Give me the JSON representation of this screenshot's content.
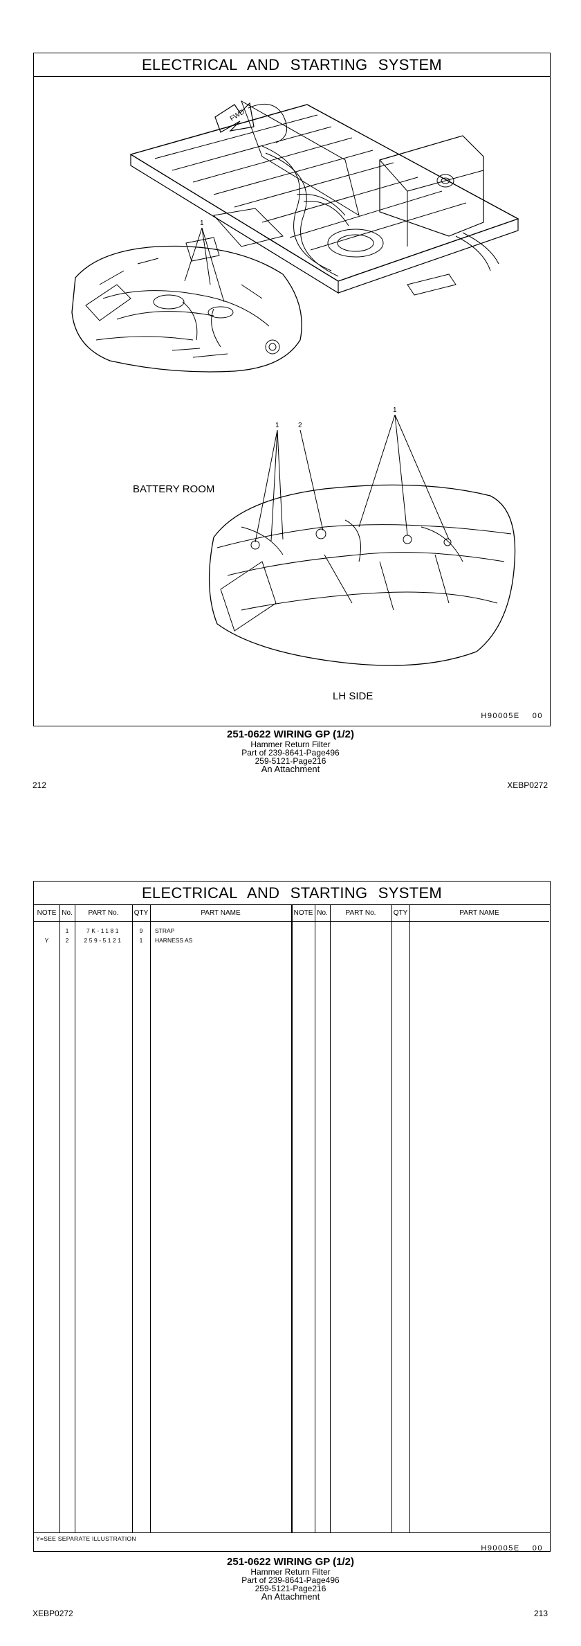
{
  "top_page": {
    "header": "ELECTRICAL AND STARTING SYSTEM",
    "illustration": {
      "labels": {
        "fwd": "FWD",
        "battery_room": "BATTERY ROOM",
        "lh_side": "LH SIDE",
        "callout_1a": "1",
        "callout_1b": "1",
        "callout_2": "2",
        "callout_1c": "1"
      },
      "code": "H90005E",
      "rev": "00"
    },
    "caption": {
      "title": "251-0622  WIRING GP (1/2)",
      "line2": "Hammer Return Filter",
      "line3": "Part of 239-8641-Page496",
      "line4": "259-5121-Page216",
      "line5": "An Attachment"
    },
    "page_number": "212",
    "doc_code": "XEBP0272"
  },
  "bottom_page": {
    "header": "ELECTRICAL AND STARTING SYSTEM",
    "columns": {
      "note": "NOTE",
      "no": "No.",
      "part_no": "PART No.",
      "qty": "QTY",
      "part_name": "PART NAME"
    },
    "rows": [
      {
        "note": "",
        "no": "1",
        "part_no": "7K-1181",
        "qty": "9",
        "name": "STRAP"
      },
      {
        "note": "Y",
        "no": "2",
        "part_no": "259-5121",
        "qty": "1",
        "name": "HARNESS AS"
      }
    ],
    "footnote": "Y=SEE SEPARATE ILLUSTRATION",
    "code": "H90005E",
    "rev": "00",
    "caption": {
      "title": "251-0622  WIRING GP (1/2)",
      "line2": "Hammer Return Filter",
      "line3": "Part of 239-8641-Page496",
      "line4": "259-5121-Page216",
      "line5": "An Attachment"
    },
    "doc_code": "XEBP0272",
    "page_number": "213"
  }
}
